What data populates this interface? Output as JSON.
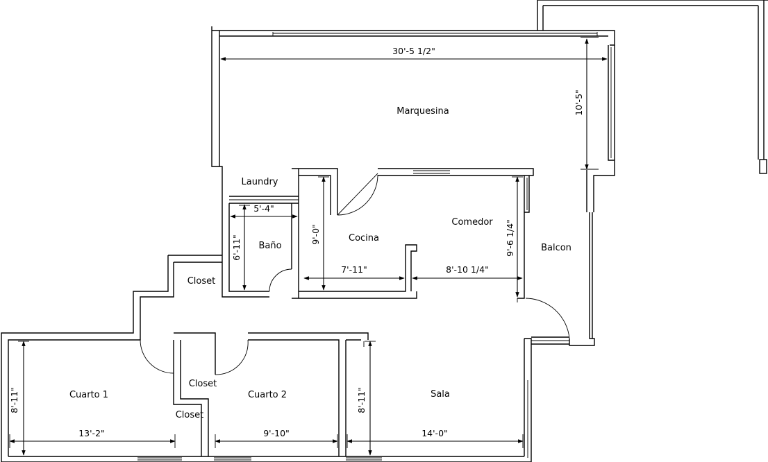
{
  "rooms": {
    "marquesina": "Marquesina",
    "laundry": "Laundry",
    "bano": "Baño",
    "cocina": "Cocina",
    "comedor": "Comedor",
    "balcon": "Balcon",
    "closet_hall": "Closet",
    "closet_2": "Closet",
    "closet_1": "Closet",
    "cuarto1": "Cuarto 1",
    "cuarto2": "Cuarto 2",
    "sala": "Sala"
  },
  "dims": {
    "marquesina_width": "30'-5 1/2\"",
    "marquesina_depth": "10'-5\"",
    "bano_width": "5'-4\"",
    "bano_depth": "6'-11\"",
    "cocina_depth": "9'-0\"",
    "cocina_width": "7'-11\"",
    "comedor_width": "8'-10 1/4\"",
    "comedor_depth": "9'-6 1/4\"",
    "cuarto1_width": "13'-2\"",
    "cuarto1_depth": "8'-11\"",
    "cuarto2_width": "9'-10\"",
    "sala_width": "14'-0\"",
    "sala_depth": "8'-11\""
  }
}
